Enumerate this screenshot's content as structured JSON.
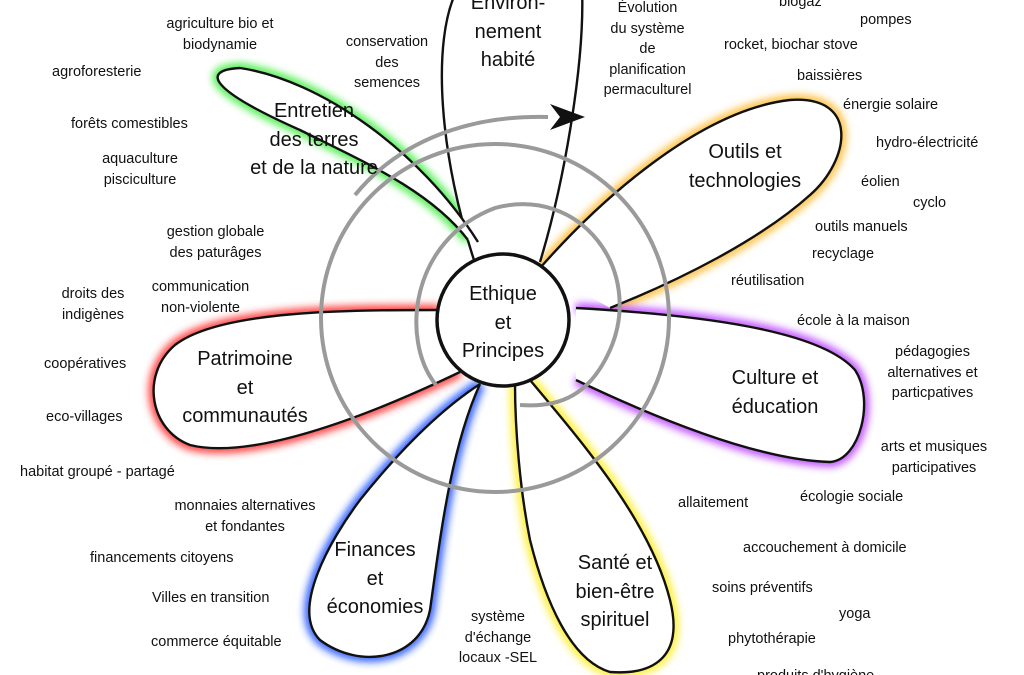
{
  "center": {
    "title": "Ethique\net\nPrincipes"
  },
  "colors": {
    "outline": "#111111",
    "ring": "#9a9a9a",
    "arrow": "#111111",
    "glow_land": "#44ee44",
    "glow_tools": "#ffbb33",
    "glow_culture": "#bb44ff",
    "glow_health": "#ffee22",
    "glow_finance": "#2255ff",
    "glow_community": "#ff3333"
  },
  "arrow_label": "Évolution\ndu système\nde\nplanification\npermaculturel",
  "petals": {
    "environment": {
      "title": "Environ-\nnement\nhabité"
    },
    "land": {
      "title": "Entretien\ndes terres\net de la nature"
    },
    "tools": {
      "title": "Outils et\ntechnologies"
    },
    "culture": {
      "title": "Culture et\néducation"
    },
    "health": {
      "title": "Santé et\nbien-être\nspirituel"
    },
    "finance": {
      "title": "Finances\net\néconomies"
    },
    "community": {
      "title": "Patrimoine\net\ncommunautés"
    }
  },
  "labels": {
    "agriculture_bio": "agriculture bio et\nbiodynamie",
    "conservation": "conservation\ndes\nsemences",
    "agroforesterie": "agroforesterie",
    "forets": "forêts comestibles",
    "aquaculture": "aquaculture\npisciculture",
    "paturages": "gestion globale\ndes paturâges",
    "communication": "communication\nnon-violente",
    "droits": "droits des\nindigènes",
    "cooperatives": "coopératives",
    "ecovillages": "eco-villages",
    "habitat": "habitat groupé - partagé",
    "monnaies": "monnaies alternatives\net fondantes",
    "financements": "financements citoyens",
    "villes": "Villes en transition",
    "commerce": "commerce équitable",
    "sel": "système\nd'échange\nlocaux -SEL",
    "biogaz": "biogaz",
    "pompes": "pompes",
    "rocket": "rocket, biochar stove",
    "baissieres": "baissières",
    "energie_solaire": "énergie solaire",
    "hydro": "hydro-électricité",
    "eolien": "éolien",
    "cyclo": "cyclo",
    "outils_manuels": "outils manuels",
    "recyclage": "recyclage",
    "reutilisation": "réutilisation",
    "ecole": "école à la maison",
    "pedagogies": "pédagogies\nalternatives et\nparticpatives",
    "arts": "arts et musiques\nparticipatives",
    "ecologie_sociale": "écologie sociale",
    "allaitement": "allaitement",
    "accouchement": "accouchement à domicile",
    "soins": "soins préventifs",
    "yoga": "yoga",
    "phytotherapie": "phytothérapie",
    "produits": "produits d'hygiène"
  }
}
